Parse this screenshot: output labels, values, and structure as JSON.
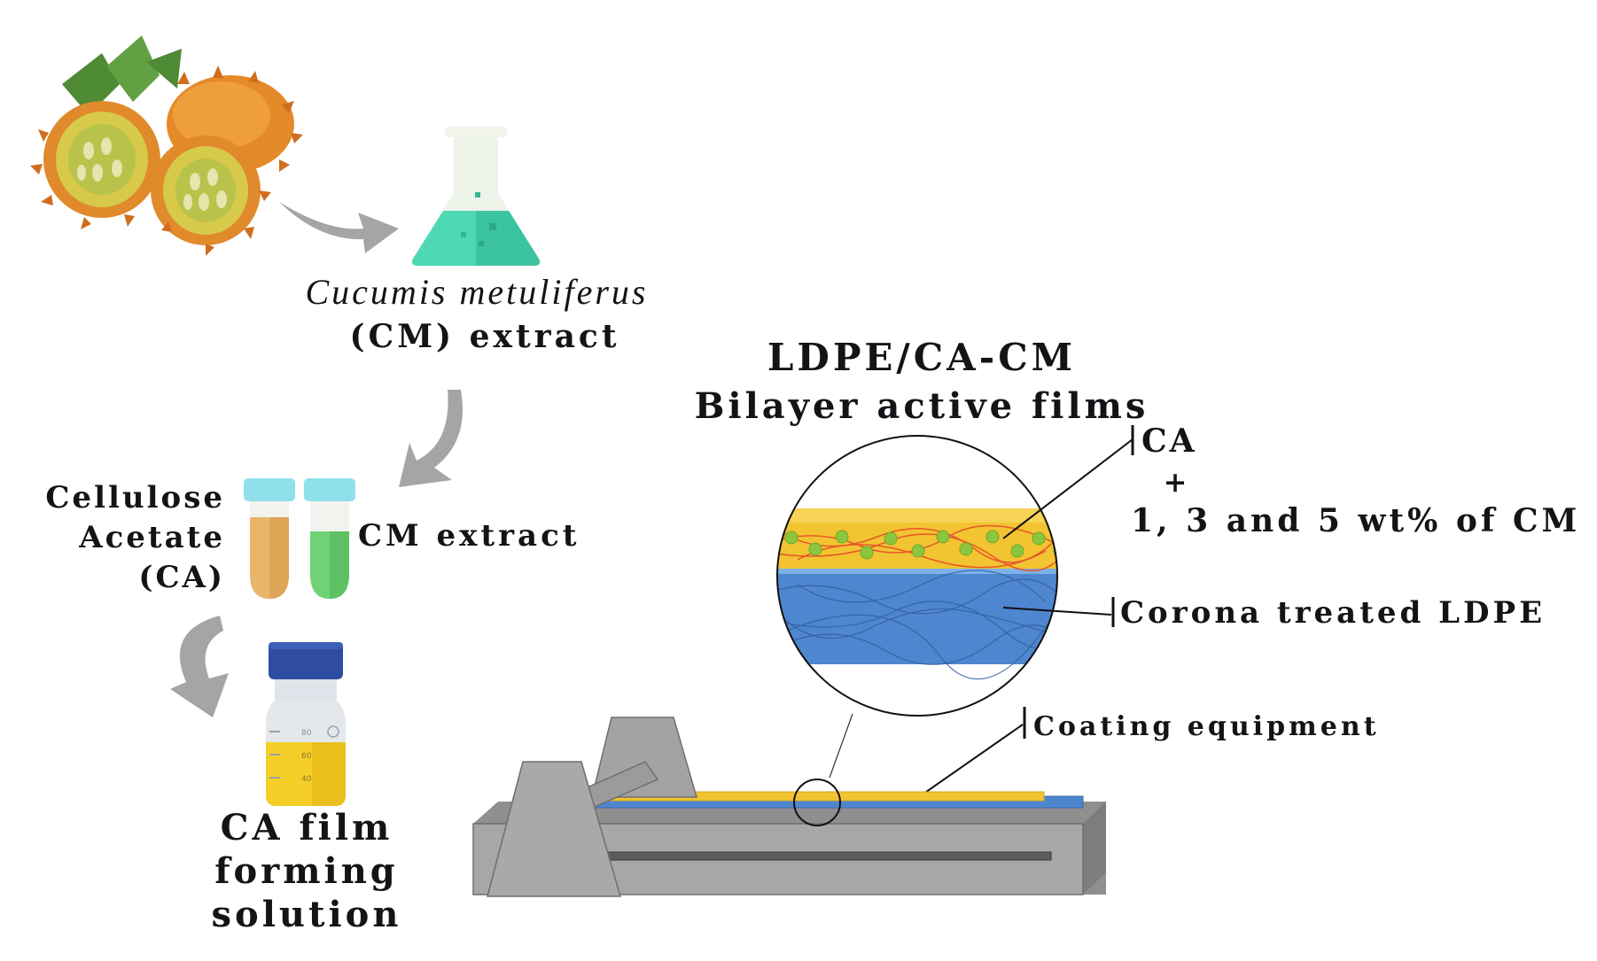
{
  "extract": {
    "line1": "Cucumis metuliferus",
    "line2": "(CM) extract"
  },
  "tubes": {
    "left_line1": "Cellulose",
    "left_line2": "Acetate",
    "left_line3": "(CA)",
    "right_label": "CM extract"
  },
  "bottle": {
    "line1": "CA film",
    "line2": "forming",
    "line3": "solution",
    "graduation_top": "80",
    "graduation_mid": "60",
    "graduation_low": "40"
  },
  "film": {
    "title_line1": "LDPE/CA-CM",
    "title_line2": "Bilayer active films",
    "ca_label": "CA",
    "plus_label": "+",
    "cm_label": "1, 3 and 5 wt% of CM",
    "ldpe_label": "Corona treated LDPE",
    "equipment_label": "Coating equipment"
  },
  "colors": {
    "ca_layer": "#f2c431",
    "ldpe_layer": "#4f86d0",
    "flask_liquid": "#4fd8b4",
    "tube_ca": "#e8b56a",
    "tube_cm": "#6fd275",
    "tube_cap": "#8fe0ea",
    "bottle_cap": "#2f4da0",
    "machine": "#a7a7a7",
    "arrow": "#a5a5a5"
  }
}
